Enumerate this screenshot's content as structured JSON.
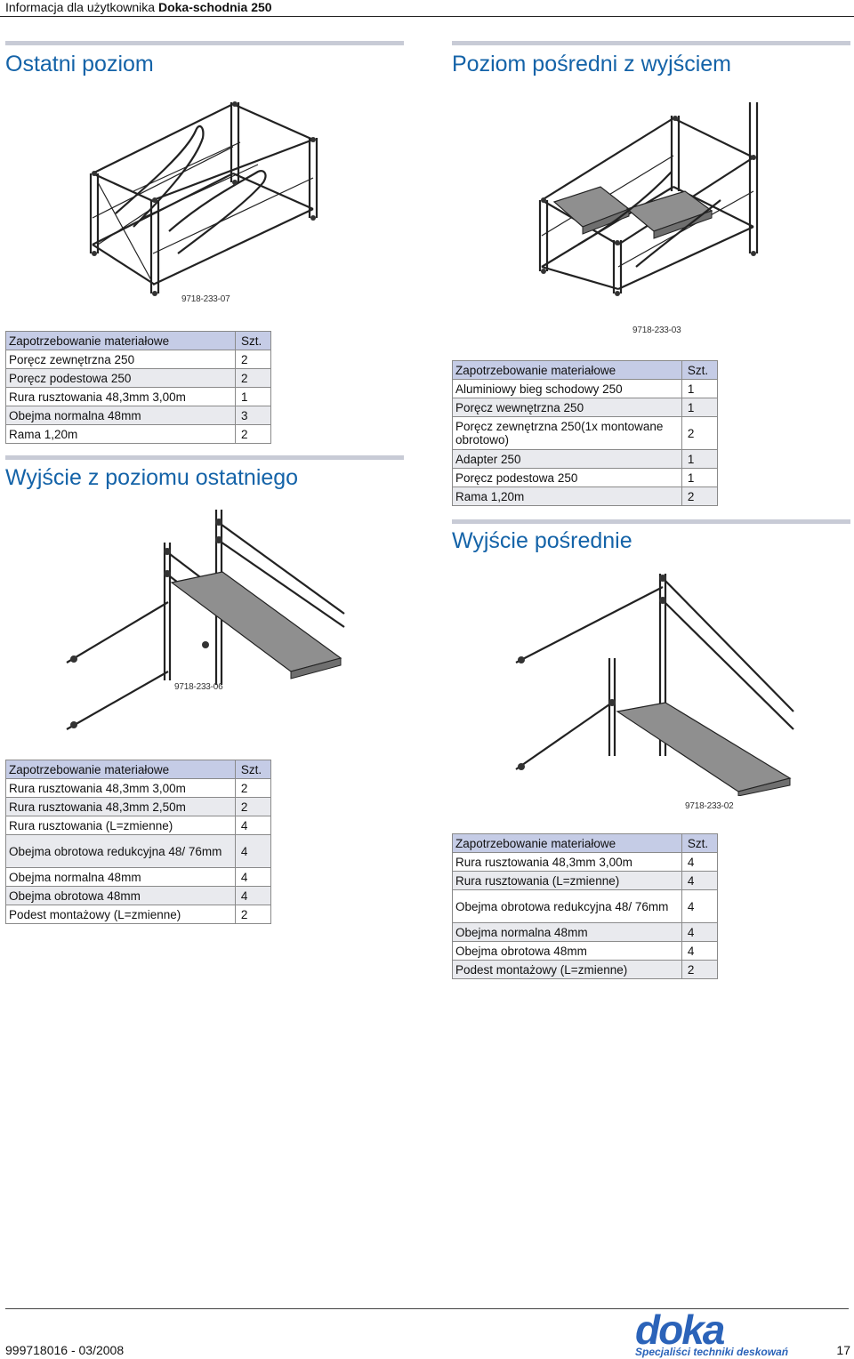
{
  "header": {
    "title_prefix": "Informacja dla użytkownika ",
    "title_bold": "Doka-schodnia 250"
  },
  "sections": {
    "last_level": "Ostatni poziom",
    "mid_level_exit": "Poziom pośredni z wyjściem",
    "exit_last": "Wyjście z poziomu ostatniego",
    "exit_mid": "Wyjście pośrednie"
  },
  "figures": {
    "fig1": "9718-233-07",
    "fig2": "9718-233-03",
    "fig3": "9718-233-06",
    "fig4": "9718-233-02"
  },
  "tables": {
    "t1": {
      "header": [
        "Zapotrzebowanie materiałowe",
        "Szt."
      ],
      "rows": [
        [
          "Poręcz zewnętrzna 250",
          "2"
        ],
        [
          "Poręcz podestowa 250",
          "2"
        ],
        [
          "Rura rusztowania 48,3mm 3,00m",
          "1"
        ],
        [
          "Obejma normalna 48mm",
          "3"
        ],
        [
          "Rama 1,20m",
          "2"
        ]
      ]
    },
    "t2": {
      "header": [
        "Zapotrzebowanie materiałowe",
        "Szt."
      ],
      "rows": [
        [
          "Aluminiowy bieg schodowy 250",
          "1"
        ],
        [
          "Poręcz wewnętrzna 250",
          "1"
        ],
        [
          "Poręcz zewnętrzna 250(1x montowane obrotowo)",
          "2"
        ],
        [
          "Adapter 250",
          "1"
        ],
        [
          "Poręcz podestowa 250",
          "1"
        ],
        [
          "Rama 1,20m",
          "2"
        ]
      ]
    },
    "t3": {
      "header": [
        "Zapotrzebowanie materiałowe",
        "Szt."
      ],
      "rows": [
        [
          "Rura rusztowania 48,3mm 3,00m",
          "2"
        ],
        [
          "Rura rusztowania 48,3mm 2,50m",
          "2"
        ],
        [
          "Rura rusztowania (L=zmienne)",
          "4"
        ],
        [
          "Obejma obrotowa redukcyjna 48/ 76mm",
          "4"
        ],
        [
          "Obejma normalna 48mm",
          "4"
        ],
        [
          "Obejma obrotowa 48mm",
          "4"
        ],
        [
          "Podest montażowy (L=zmienne)",
          "2"
        ]
      ]
    },
    "t4": {
      "header": [
        "Zapotrzebowanie materiałowe",
        "Szt."
      ],
      "rows": [
        [
          "Rura rusztowania 48,3mm 3,00m",
          "4"
        ],
        [
          "Rura rusztowania (L=zmienne)",
          "4"
        ],
        [
          "Obejma obrotowa redukcyjna 48/ 76mm",
          "4"
        ],
        [
          "Obejma normalna 48mm",
          "4"
        ],
        [
          "Obejma obrotowa 48mm",
          "4"
        ],
        [
          "Podest montażowy (L=zmienne)",
          "2"
        ]
      ]
    }
  },
  "footer": {
    "doc_code": "999718016 - 03/2008",
    "page_number": "17",
    "logo_text": "doka",
    "logo_tagline": "Specjaliści techniki deskowań"
  }
}
